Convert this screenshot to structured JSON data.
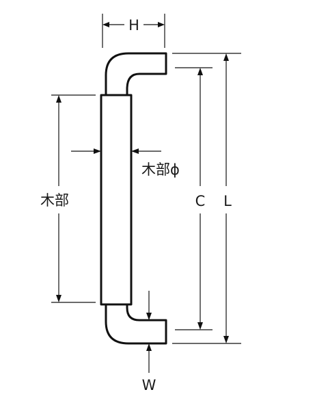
{
  "labels": {
    "height": "H",
    "wood_length": "木部",
    "wood_diameter": "木部ϕ",
    "center_distance": "C",
    "overall_length": "L",
    "width": "W"
  },
  "colors": {
    "line": "#111111",
    "background": "#ffffff"
  }
}
